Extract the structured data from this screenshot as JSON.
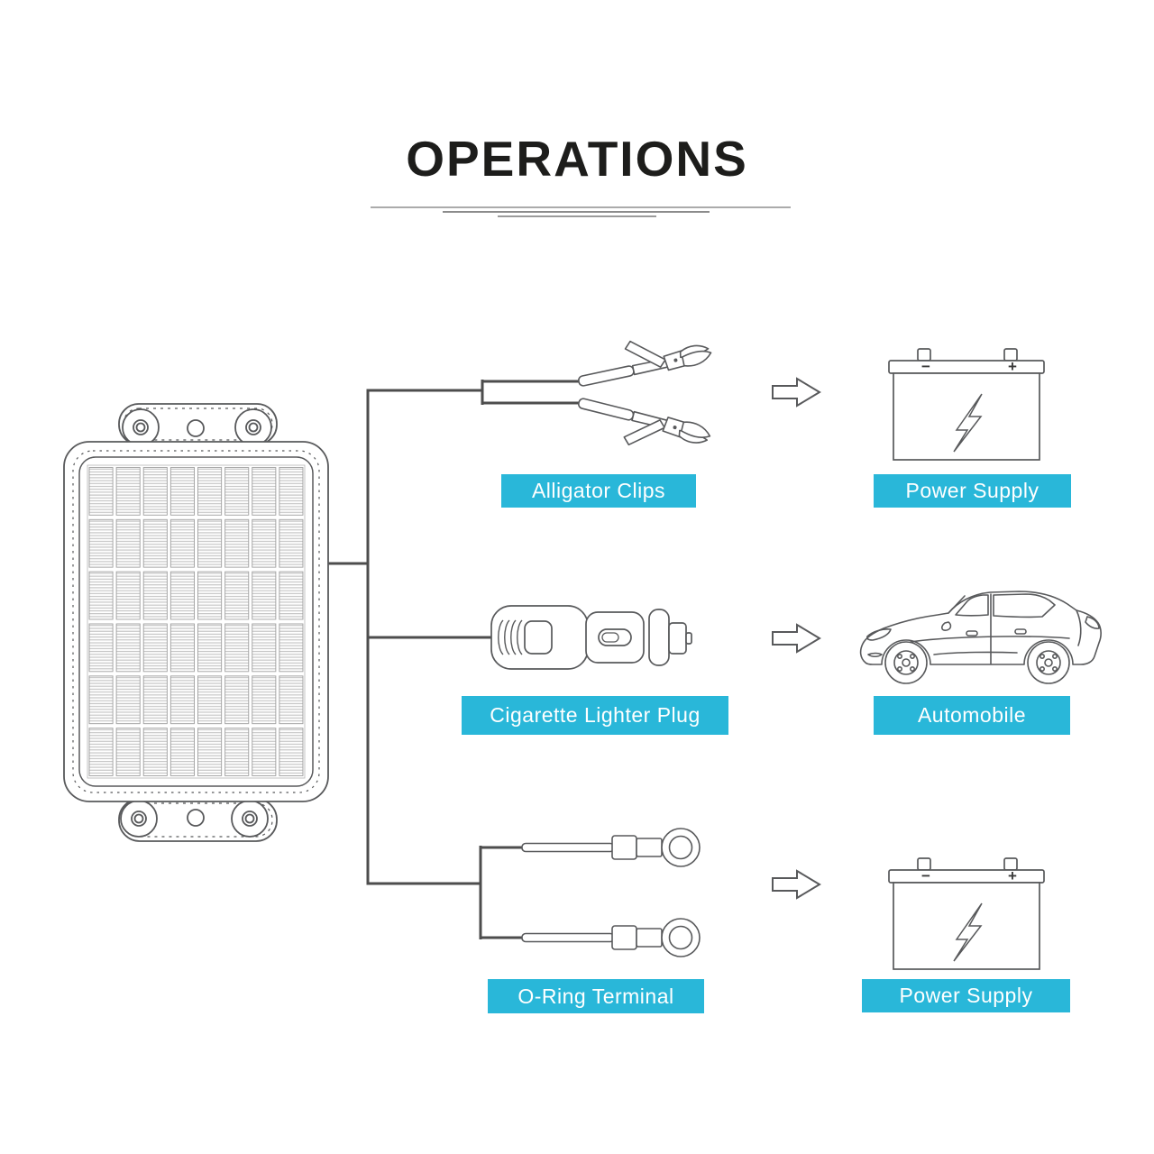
{
  "title": {
    "text": "OPERATIONS"
  },
  "colors": {
    "accent": "#29b7d9",
    "line_art": "#58595b",
    "wire": "#4d4d4d",
    "title_text": "#1d1d1b",
    "label_text": "#ffffff"
  },
  "device": {
    "name": "solar panel battery maintainer",
    "icon": "solar-panel-icon"
  },
  "rows": [
    {
      "connector": {
        "label": "Alligator Clips",
        "icon": "alligator-clips-icon"
      },
      "arrow_icon": "arrow-right-icon",
      "target": {
        "label": "Power Supply",
        "icon": "battery-icon"
      }
    },
    {
      "connector": {
        "label": "Cigarette Lighter Plug",
        "icon": "cigarette-lighter-plug-icon"
      },
      "arrow_icon": "arrow-right-icon",
      "target": {
        "label": "Automobile",
        "icon": "car-icon"
      }
    },
    {
      "connector": {
        "label": "O-Ring Terminal",
        "icon": "o-ring-terminal-icon"
      },
      "arrow_icon": "arrow-right-icon",
      "target": {
        "label": "Power Supply",
        "icon": "battery-icon"
      }
    }
  ],
  "battery": {
    "minus_label": "−",
    "plus_label": "+"
  }
}
